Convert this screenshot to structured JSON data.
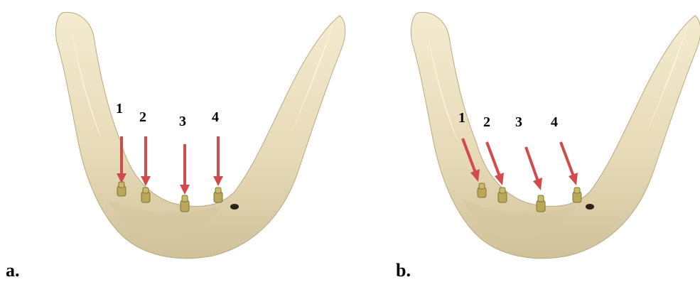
{
  "panels": [
    {
      "letter": "a.",
      "arrow_style": "vertical",
      "implant_labels": [
        "1",
        "2",
        "3",
        "4"
      ]
    },
    {
      "letter": "b.",
      "arrow_style": "angled",
      "implant_labels": [
        "1",
        "2",
        "3",
        "4"
      ]
    }
  ],
  "colors": {
    "bone": "#eadfbf",
    "bone_shadow": "#cbbd97",
    "bone_highlight": "#f7f0dc",
    "implant": "#b9a85a",
    "implant_dark": "#7f7433",
    "arrow": "#d24b4b"
  }
}
